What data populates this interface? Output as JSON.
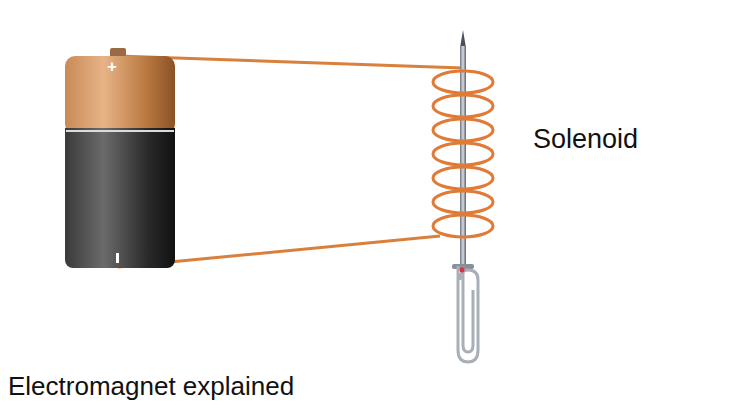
{
  "diagram": {
    "labels": [
      "+",
      "Solenoid",
      "Electromagnet explained"
    ]
  }
}
